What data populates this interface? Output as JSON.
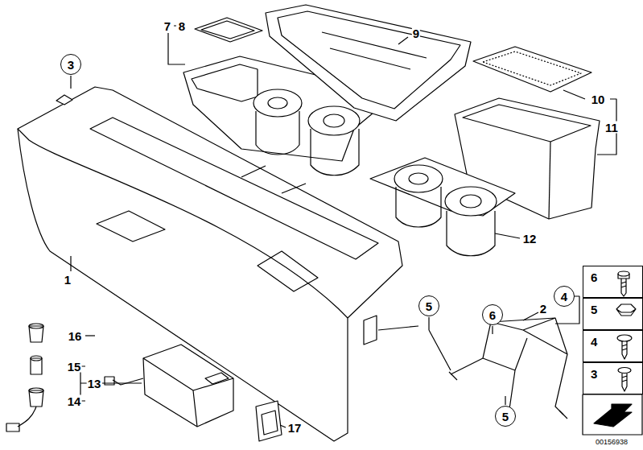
{
  "diagram": {
    "nodes": [
      {
        "text": [
          "3"
        ]
      },
      {
        "text": [
          "4"
        ]
      },
      {
        "text": [
          "5"
        ]
      },
      {
        "text": [
          "6"
        ]
      },
      {
        "text": [
          "5"
        ]
      },
      {
        "text": [
          "6"
        ]
      },
      {
        "text": [
          "5"
        ]
      },
      {
        "text": [
          "4"
        ]
      },
      {
        "text": [
          "3"
        ]
      }
    ],
    "labels": [
      "1",
      "2",
      "7",
      "8",
      "9",
      "10",
      "11",
      "12",
      "13",
      "14",
      "15",
      "16",
      "17",
      "00156938"
    ]
  }
}
